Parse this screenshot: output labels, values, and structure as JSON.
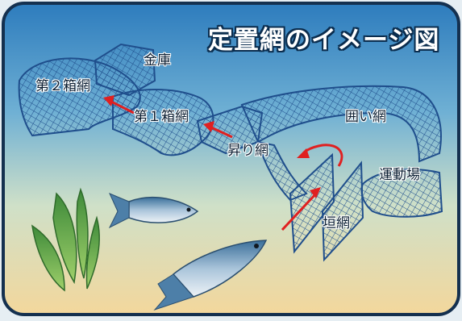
{
  "title": "定置網のイメージ図",
  "labels": {
    "kinko": "金庫",
    "dai2_hakoami": "第２箱網",
    "dai1_hakoami": "第１箱網",
    "noboriami": "昇り網",
    "kakoiami": "囲い網",
    "undoujou": "運動場",
    "kakiami": "垣網"
  },
  "colors": {
    "net": "#1f4e8c",
    "arrow": "#e02020",
    "water_top": "#2f7fbf",
    "water_bottom": "#f2d8a0",
    "frame_border": "#14304f"
  },
  "icons": [
    "fish-icon",
    "seaweed-icon"
  ]
}
